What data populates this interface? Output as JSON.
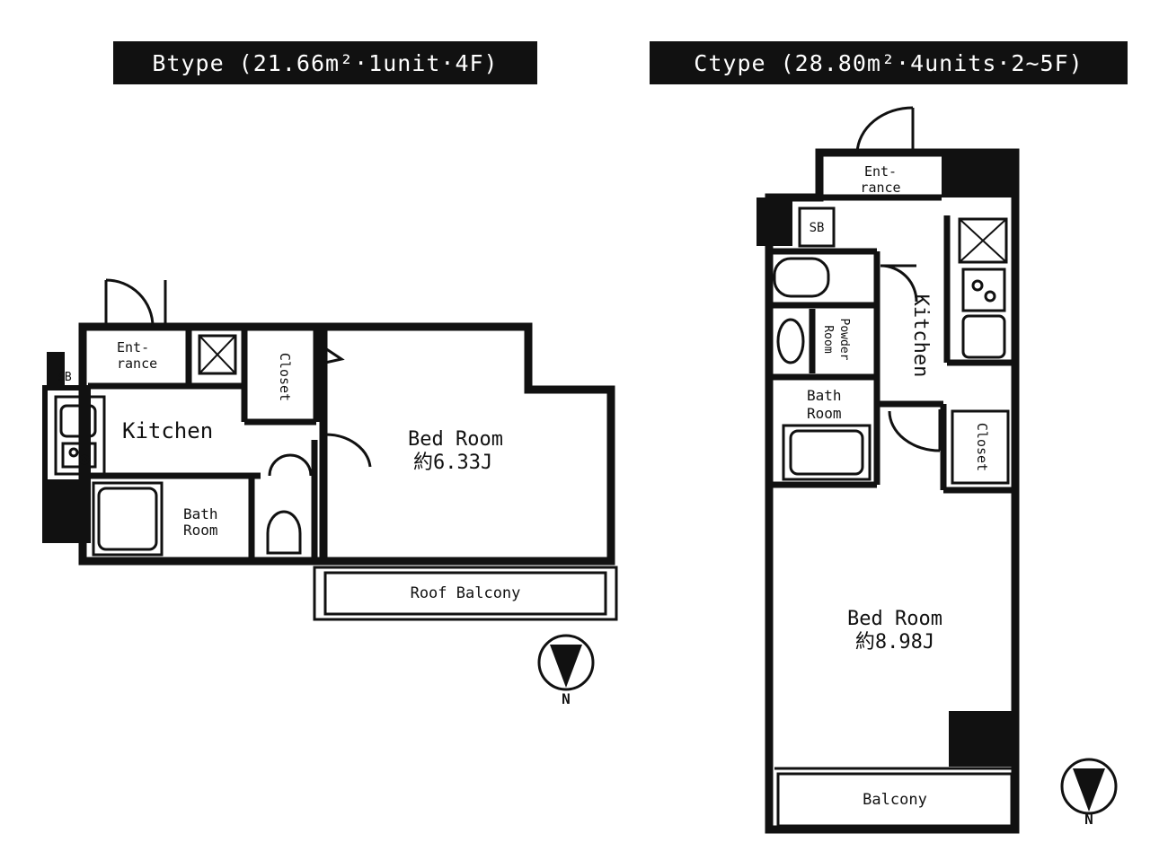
{
  "plans": [
    {
      "title": "Btype (21.66m²·1unit·4F)",
      "labels": {
        "entrance_1": "Ent-",
        "entrance_2": "rance",
        "sb": "SB",
        "closet": "Closet",
        "kitchen": "Kitchen",
        "bedroom": "Bed Room",
        "bedroom_size": "約6.33J",
        "bath_1": "Bath",
        "bath_2": "Room",
        "balcony": "Roof Balcony",
        "north": "N"
      }
    },
    {
      "title": "Ctype (28.80m²·4units·2~5F)",
      "labels": {
        "entrance_1": "Ent-",
        "entrance_2": "rance",
        "sb": "SB",
        "kitchen": "Kitchen",
        "powder_1": "Powder",
        "powder_2": "Room",
        "bath_1": "Bath",
        "bath_2": "Room",
        "closet": "Closet",
        "bedroom": "Bed Room",
        "bedroom_size": "約8.98J",
        "balcony": "Balcony",
        "north": "N"
      }
    }
  ]
}
